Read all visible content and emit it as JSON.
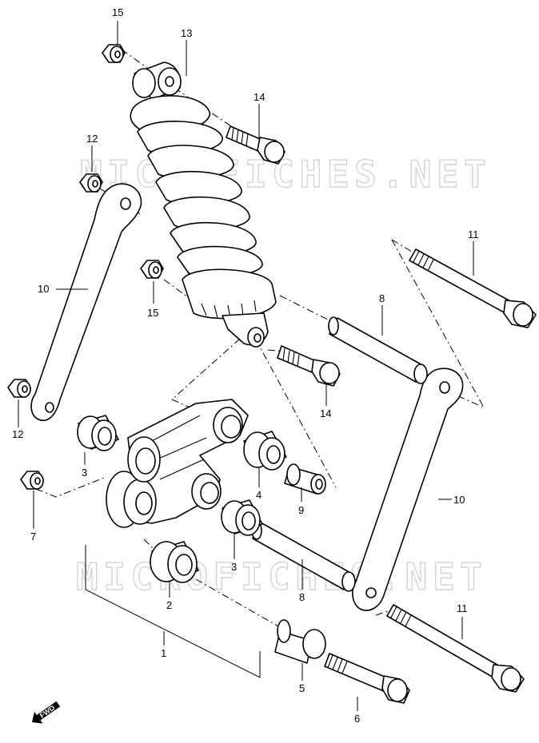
{
  "watermark": {
    "text": "MICROFICHES.NET"
  },
  "callouts": {
    "c1": "1",
    "c2": "2",
    "c3a": "3",
    "c3b": "3",
    "c4": "4",
    "c5": "5",
    "c6": "6",
    "c7": "7",
    "c8a": "8",
    "c8b": "8",
    "c9": "9",
    "c10a": "10",
    "c10b": "10",
    "c11a": "11",
    "c11b": "11",
    "c12a": "12",
    "c12b": "12",
    "c13": "13",
    "c14a": "14",
    "c14b": "14",
    "c15a": "15",
    "c15b": "15"
  },
  "fwd": {
    "label": "FWD"
  }
}
